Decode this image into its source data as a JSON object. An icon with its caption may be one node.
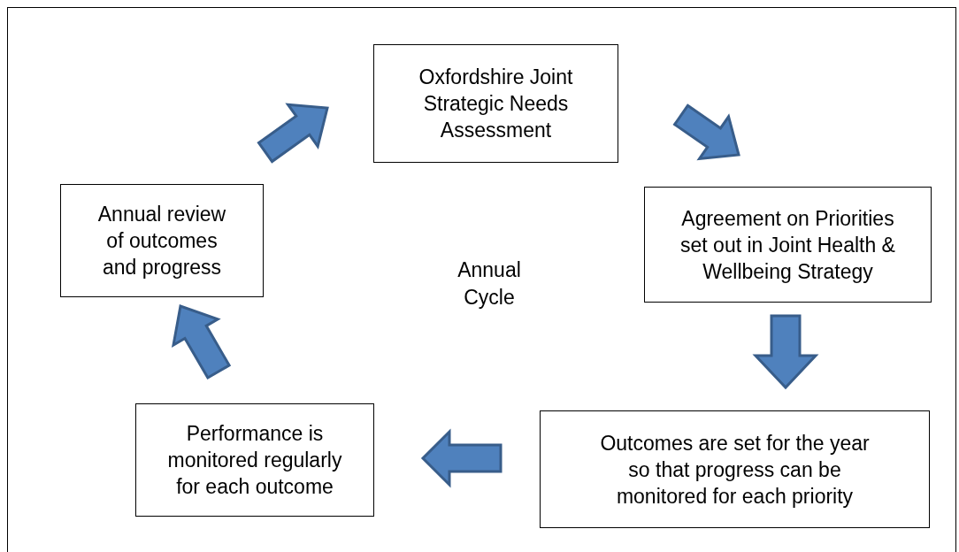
{
  "diagram": {
    "nodes": [
      {
        "text": [
          "Oxfordshire Joint Strategic Needs Assessment"
        ]
      },
      {
        "text": [
          "Agreement on Priorities set out in Joint Health & Wellbeing Strategy"
        ]
      },
      {
        "text": [
          "Outcomes are set for the year so that progress can be monitored for each priority"
        ]
      },
      {
        "text": [
          "Performance is monitored regularly for each outcome"
        ]
      },
      {
        "text": [
          "Annual review of outcomes and progress"
        ]
      }
    ],
    "edges": [
      {
        "from": 0,
        "to": 1,
        "arrow": "to"
      },
      {
        "from": 1,
        "to": 2,
        "arrow": "to"
      },
      {
        "from": 2,
        "to": 3,
        "arrow": "to"
      },
      {
        "from": 3,
        "to": 4,
        "arrow": "to"
      },
      {
        "from": 4,
        "to": 0,
        "arrow": "to"
      }
    ],
    "labels": [
      "Annual Cycle"
    ]
  }
}
